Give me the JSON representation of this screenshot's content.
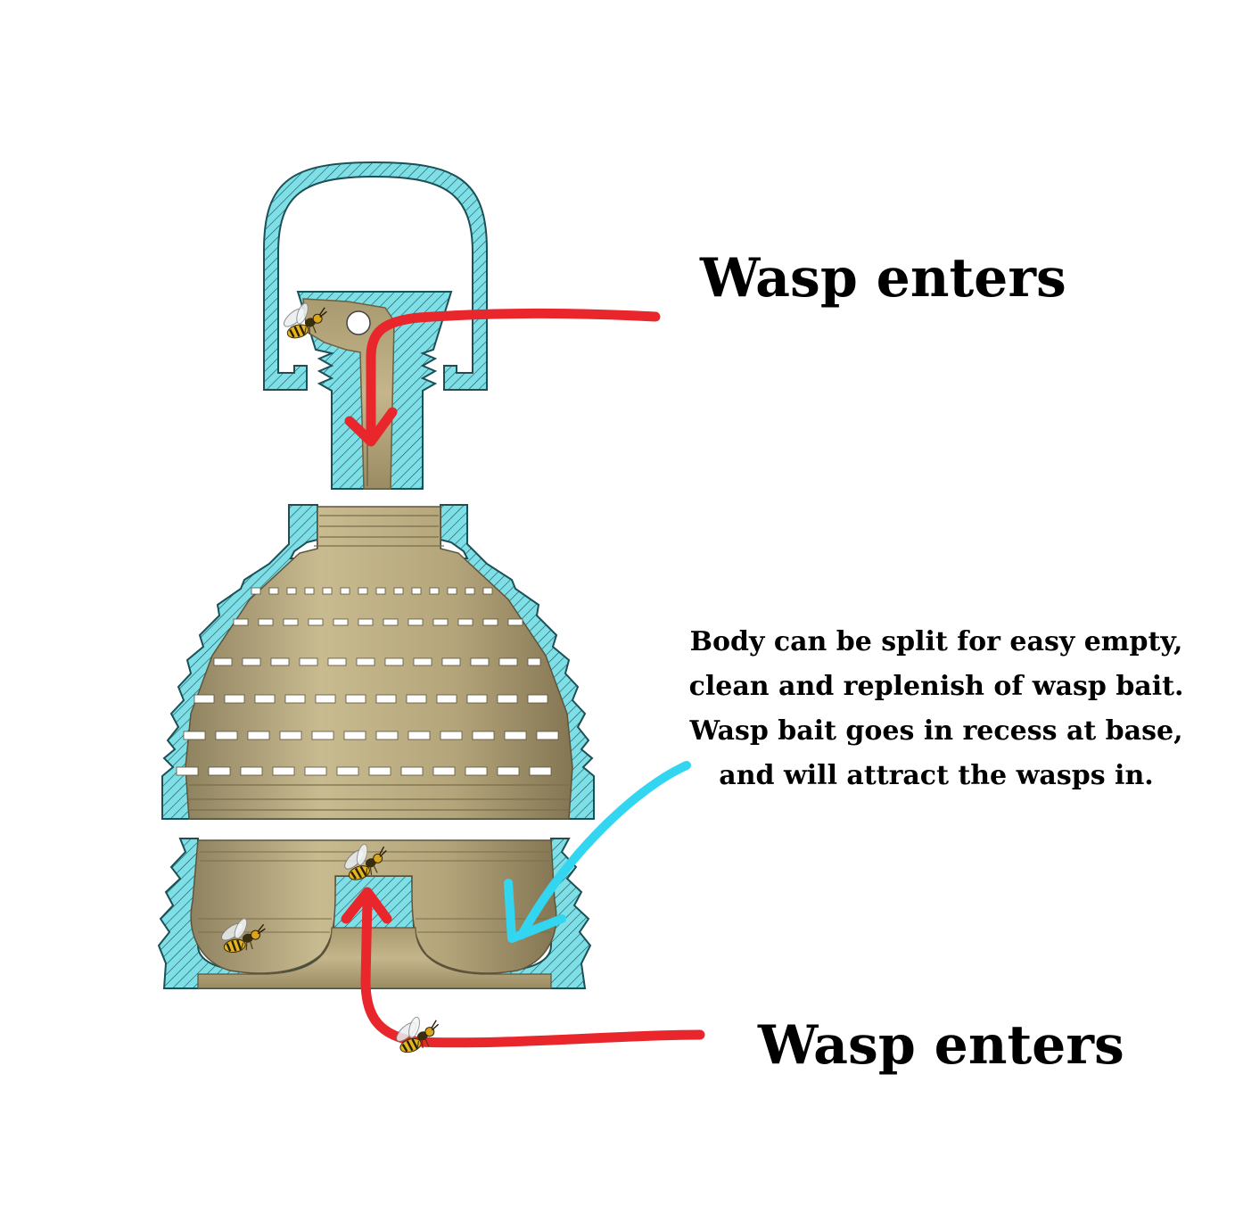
{
  "labels": {
    "top_entry": "Wasp enters",
    "bottom_entry": "Wasp enters",
    "body_note": "Body can be split for easy empty, clean and replenish of wasp bait. Wasp bait goes in recess at base, and will attract the wasps in."
  },
  "colors": {
    "section_fill": "#7fdfe6",
    "section_outline": "#1c4f56",
    "body_tan": "#b7a77e",
    "path_arrow": "#e8262b",
    "bait_arrow": "#33d6f0"
  },
  "icons": [
    "wasp-icon"
  ]
}
